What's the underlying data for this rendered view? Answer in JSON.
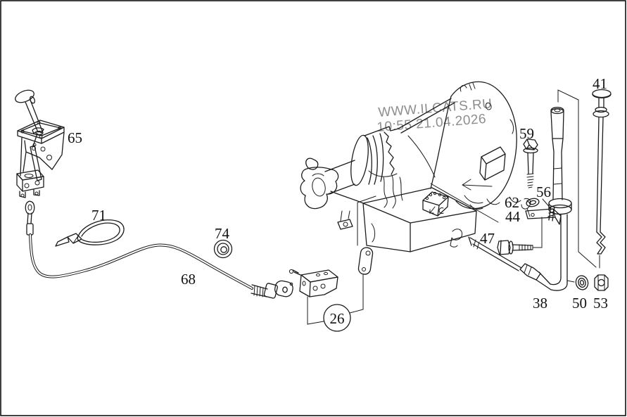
{
  "watermark": {
    "line1": "WWW.ILCATS.RU",
    "line2": "10:55 21.04.2026",
    "color": "#8e8e8e"
  },
  "diagram": {
    "background": "#ffffff",
    "stroke": "#1b1b1b",
    "labels": [
      {
        "id": "65",
        "part": "gear-shift-lever-assembly"
      },
      {
        "id": "71",
        "part": "cable-tie"
      },
      {
        "id": "74",
        "part": "grommet"
      },
      {
        "id": "68",
        "part": "shift-control-cable"
      },
      {
        "id": "26",
        "part": "group-reference-bracket",
        "circled": true
      },
      {
        "id": "59",
        "part": "hex-bolt"
      },
      {
        "id": "62",
        "part": "lock-washer"
      },
      {
        "id": "56",
        "part": "hose-clamp"
      },
      {
        "id": "44",
        "part": "retaining-bracket"
      },
      {
        "id": "47",
        "part": "hex-bolt"
      },
      {
        "id": "38",
        "part": "oil-filler-pipe"
      },
      {
        "id": "50",
        "part": "washer"
      },
      {
        "id": "53",
        "part": "hex-nut"
      },
      {
        "id": "41",
        "part": "oil-dipstick"
      }
    ]
  }
}
